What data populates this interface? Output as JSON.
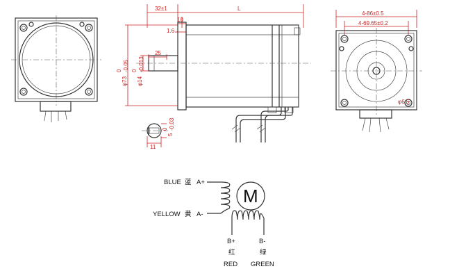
{
  "dimensions": {
    "shaft_protrusion": "32±1",
    "body_length": "L",
    "flange_thickness": "10",
    "flange_offset": "1.6",
    "key_length": "25",
    "pilot_diameter": "φ73",
    "pilot_tolerance_upper": "0",
    "pilot_tolerance_lower": "-0.05",
    "shaft_diameter": "φ14",
    "shaft_tolerance_upper": "0",
    "shaft_tolerance_lower": "-0.013",
    "flat_depth": "5",
    "flat_tolerance_upper": "0",
    "flat_tolerance_lower": "-0.03",
    "key_width": "11",
    "bolt_square": "4-86±0.5",
    "hole_spacing": "4-69.65±0.2",
    "hole_diameter": "φ6.5"
  },
  "wiring": {
    "blue_label": "BLUE",
    "blue_cn": "蓝",
    "a_plus": "A+",
    "yellow_label": "YELLOW",
    "yellow_cn": "黄",
    "a_minus": "A-",
    "b_plus": "B+",
    "b_minus": "B-",
    "red_cn": "红",
    "green_cn": "绿",
    "red_label": "RED",
    "green_label": "GREEN",
    "motor_symbol": "M"
  },
  "colors": {
    "dimension_red": "#cc2222",
    "line_dark": "#333333"
  }
}
